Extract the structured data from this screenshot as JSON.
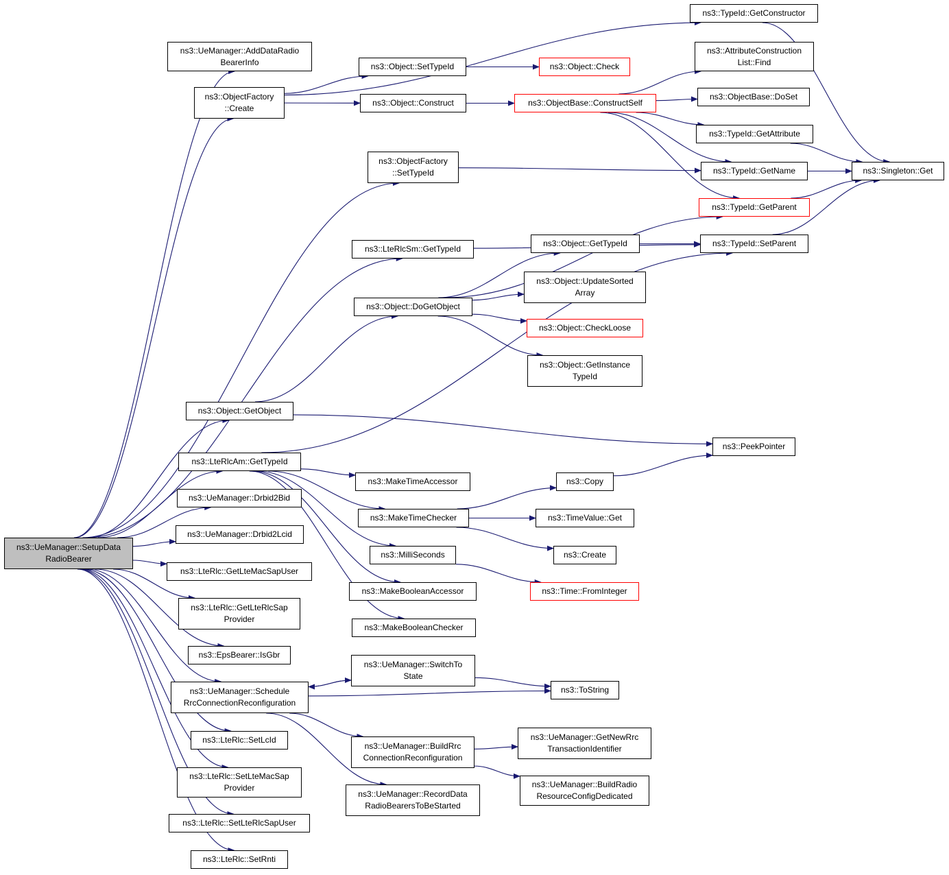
{
  "colors": {
    "edge": "#191970",
    "node_border": "#000000",
    "highlight_border": "#ff0000",
    "root_fill": "#bfbfbf"
  },
  "nodes": [
    {
      "id": "root",
      "lines": [
        "ns3::UeManager::SetupData",
        "RadioBearer"
      ],
      "root": true
    },
    {
      "id": "addDataRadio",
      "lines": [
        "ns3::UeManager::AddDataRadio",
        "BearerInfo"
      ]
    },
    {
      "id": "ofCreate",
      "lines": [
        "ns3::ObjectFactory",
        "::Create"
      ]
    },
    {
      "id": "setTypeId",
      "lines": [
        "ns3::Object::SetTypeId"
      ]
    },
    {
      "id": "objCheck",
      "lines": [
        "ns3::Object::Check"
      ],
      "highlight": true
    },
    {
      "id": "getConstructor",
      "lines": [
        "ns3::TypeId::GetConstructor"
      ]
    },
    {
      "id": "objConstruct",
      "lines": [
        "ns3::Object::Construct"
      ]
    },
    {
      "id": "constructSelf",
      "lines": [
        "ns3::ObjectBase::ConstructSelf"
      ],
      "highlight": true
    },
    {
      "id": "acFind",
      "lines": [
        "ns3::AttributeConstruction",
        "List::Find"
      ]
    },
    {
      "id": "doSet",
      "lines": [
        "ns3::ObjectBase::DoSet"
      ]
    },
    {
      "id": "getAttribute",
      "lines": [
        "ns3::TypeId::GetAttribute"
      ]
    },
    {
      "id": "getName",
      "lines": [
        "ns3::TypeId::GetName"
      ]
    },
    {
      "id": "singletonGet",
      "lines": [
        "ns3::Singleton::Get"
      ]
    },
    {
      "id": "getParent",
      "lines": [
        "ns3::TypeId::GetParent"
      ],
      "highlight": true
    },
    {
      "id": "ofSetTypeId",
      "lines": [
        "ns3::ObjectFactory",
        "::SetTypeId"
      ]
    },
    {
      "id": "smGetTypeId",
      "lines": [
        "ns3::LteRlcSm::GetTypeId"
      ]
    },
    {
      "id": "objGetTypeId",
      "lines": [
        "ns3::Object::GetTypeId"
      ]
    },
    {
      "id": "setParent",
      "lines": [
        "ns3::TypeId::SetParent"
      ]
    },
    {
      "id": "updateSorted",
      "lines": [
        "ns3::Object::UpdateSorted",
        "Array"
      ]
    },
    {
      "id": "doGetObject",
      "lines": [
        "ns3::Object::DoGetObject"
      ]
    },
    {
      "id": "checkLoose",
      "lines": [
        "ns3::Object::CheckLoose"
      ],
      "highlight": true
    },
    {
      "id": "getInstanceTypeId",
      "lines": [
        "ns3::Object::GetInstance",
        "TypeId"
      ]
    },
    {
      "id": "getObject",
      "lines": [
        "ns3::Object::GetObject"
      ]
    },
    {
      "id": "peekPointer",
      "lines": [
        "ns3::PeekPointer"
      ]
    },
    {
      "id": "amGetTypeId",
      "lines": [
        "ns3::LteRlcAm::GetTypeId"
      ]
    },
    {
      "id": "makeTimeAccessor",
      "lines": [
        "ns3::MakeTimeAccessor"
      ]
    },
    {
      "id": "copy",
      "lines": [
        "ns3::Copy"
      ]
    },
    {
      "id": "drbid2Bid",
      "lines": [
        "ns3::UeManager::Drbid2Bid"
      ]
    },
    {
      "id": "makeTimeChecker",
      "lines": [
        "ns3::MakeTimeChecker"
      ]
    },
    {
      "id": "timeValueGet",
      "lines": [
        "ns3::TimeValue::Get"
      ]
    },
    {
      "id": "drbid2Lcid",
      "lines": [
        "ns3::UeManager::Drbid2Lcid"
      ]
    },
    {
      "id": "milliSeconds",
      "lines": [
        "ns3::MilliSeconds"
      ]
    },
    {
      "id": "create",
      "lines": [
        "ns3::Create"
      ]
    },
    {
      "id": "getLteMacSapUser",
      "lines": [
        "ns3::LteRlc::GetLteMacSapUser"
      ]
    },
    {
      "id": "makeBoolAccessor",
      "lines": [
        "ns3::MakeBooleanAccessor"
      ]
    },
    {
      "id": "fromInteger",
      "lines": [
        "ns3::Time::FromInteger"
      ],
      "highlight": true
    },
    {
      "id": "getLteRlcSapProvider",
      "lines": [
        "ns3::LteRlc::GetLteRlcSap",
        "Provider"
      ]
    },
    {
      "id": "makeBoolChecker",
      "lines": [
        "ns3::MakeBooleanChecker"
      ]
    },
    {
      "id": "isGbr",
      "lines": [
        "ns3::EpsBearer::IsGbr"
      ]
    },
    {
      "id": "switchToState",
      "lines": [
        "ns3::UeManager::SwitchTo",
        "State"
      ]
    },
    {
      "id": "scheduleRrc",
      "lines": [
        "ns3::UeManager::Schedule",
        "RrcConnectionReconfiguration"
      ]
    },
    {
      "id": "toString",
      "lines": [
        "ns3::ToString"
      ]
    },
    {
      "id": "setLcId",
      "lines": [
        "ns3::LteRlc::SetLcId"
      ]
    },
    {
      "id": "buildRrc",
      "lines": [
        "ns3::UeManager::BuildRrc",
        "ConnectionReconfiguration"
      ]
    },
    {
      "id": "getNewRrc",
      "lines": [
        "ns3::UeManager::GetNewRrc",
        "TransactionIdentifier"
      ]
    },
    {
      "id": "setLteMacSapProvider",
      "lines": [
        "ns3::LteRlc::SetLteMacSap",
        "Provider"
      ]
    },
    {
      "id": "buildRadioResource",
      "lines": [
        "ns3::UeManager::BuildRadio",
        "ResourceConfigDedicated"
      ]
    },
    {
      "id": "recordData",
      "lines": [
        "ns3::UeManager::RecordData",
        "RadioBearersToBeStarted"
      ]
    },
    {
      "id": "setLteRlcSapUser",
      "lines": [
        "ns3::LteRlc::SetLteRlcSapUser"
      ]
    },
    {
      "id": "setRnti",
      "lines": [
        "ns3::LteRlc::SetRnti"
      ]
    }
  ],
  "edges": [
    [
      "root",
      "addDataRadio"
    ],
    [
      "root",
      "ofCreate"
    ],
    [
      "root",
      "ofSetTypeId"
    ],
    [
      "root",
      "smGetTypeId"
    ],
    [
      "root",
      "getObject"
    ],
    [
      "root",
      "amGetTypeId"
    ],
    [
      "root",
      "drbid2Bid"
    ],
    [
      "root",
      "drbid2Lcid"
    ],
    [
      "root",
      "getLteMacSapUser"
    ],
    [
      "root",
      "getLteRlcSapProvider"
    ],
    [
      "root",
      "isGbr"
    ],
    [
      "root",
      "scheduleRrc"
    ],
    [
      "root",
      "setLcId"
    ],
    [
      "root",
      "setLteMacSapProvider"
    ],
    [
      "root",
      "setLteRlcSapUser"
    ],
    [
      "root",
      "setRnti"
    ],
    [
      "ofCreate",
      "getConstructor"
    ],
    [
      "ofCreate",
      "setTypeId"
    ],
    [
      "ofCreate",
      "objConstruct"
    ],
    [
      "setTypeId",
      "objCheck"
    ],
    [
      "objConstruct",
      "constructSelf"
    ],
    [
      "constructSelf",
      "acFind"
    ],
    [
      "constructSelf",
      "doSet"
    ],
    [
      "constructSelf",
      "getAttribute"
    ],
    [
      "constructSelf",
      "getName"
    ],
    [
      "constructSelf",
      "getParent"
    ],
    [
      "getConstructor",
      "singletonGet"
    ],
    [
      "getAttribute",
      "singletonGet"
    ],
    [
      "getName",
      "singletonGet"
    ],
    [
      "getParent",
      "singletonGet"
    ],
    [
      "setParent",
      "singletonGet"
    ],
    [
      "ofSetTypeId",
      "getName"
    ],
    [
      "smGetTypeId",
      "setParent"
    ],
    [
      "objGetTypeId",
      "setParent"
    ],
    [
      "doGetObject",
      "getParent"
    ],
    [
      "doGetObject",
      "objGetTypeId"
    ],
    [
      "doGetObject",
      "updateSorted"
    ],
    [
      "doGetObject",
      "checkLoose"
    ],
    [
      "doGetObject",
      "getInstanceTypeId"
    ],
    [
      "getObject",
      "doGetObject"
    ],
    [
      "getObject",
      "peekPointer"
    ],
    [
      "amGetTypeId",
      "setParent"
    ],
    [
      "amGetTypeId",
      "makeTimeAccessor"
    ],
    [
      "amGetTypeId",
      "makeTimeChecker"
    ],
    [
      "amGetTypeId",
      "milliSeconds"
    ],
    [
      "amGetTypeId",
      "makeBoolAccessor"
    ],
    [
      "amGetTypeId",
      "makeBoolChecker"
    ],
    [
      "copy",
      "peekPointer"
    ],
    [
      "makeTimeChecker",
      "copy"
    ],
    [
      "makeTimeChecker",
      "timeValueGet"
    ],
    [
      "makeTimeChecker",
      "create"
    ],
    [
      "milliSeconds",
      "fromInteger"
    ],
    [
      "scheduleRrc",
      "switchToState"
    ],
    [
      "switchToState",
      "scheduleRrc"
    ],
    [
      "switchToState",
      "toString"
    ],
    [
      "scheduleRrc",
      "toString"
    ],
    [
      "scheduleRrc",
      "buildRrc"
    ],
    [
      "scheduleRrc",
      "recordData"
    ],
    [
      "buildRrc",
      "getNewRrc"
    ],
    [
      "buildRrc",
      "buildRadioResource"
    ]
  ]
}
